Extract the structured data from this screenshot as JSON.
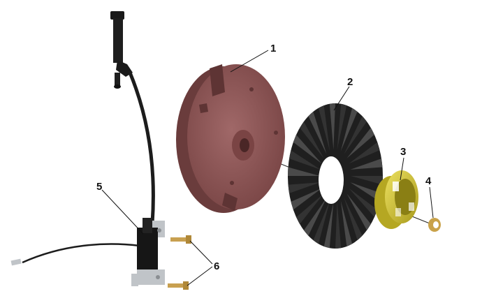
{
  "diagram": {
    "callouts": [
      {
        "id": "1",
        "label": "1"
      },
      {
        "id": "2",
        "label": "2"
      },
      {
        "id": "3",
        "label": "3"
      },
      {
        "id": "4",
        "label": "4"
      },
      {
        "id": "5",
        "label": "5"
      },
      {
        "id": "6",
        "label": "6"
      }
    ],
    "colors": {
      "flywheel": "#8e5656",
      "flywheel_dark": "#6e3f3f",
      "fan": "#2a2a2a",
      "fan_light": "#5a5a5a",
      "cup": "#d8cc3a",
      "cup_dark": "#a79a1e",
      "nut": "#c9a24a",
      "coil": "#1a1a1a",
      "bolt": "#c8a050",
      "bracket": "#c0c4c8",
      "wire": "#1c1c1c"
    }
  }
}
